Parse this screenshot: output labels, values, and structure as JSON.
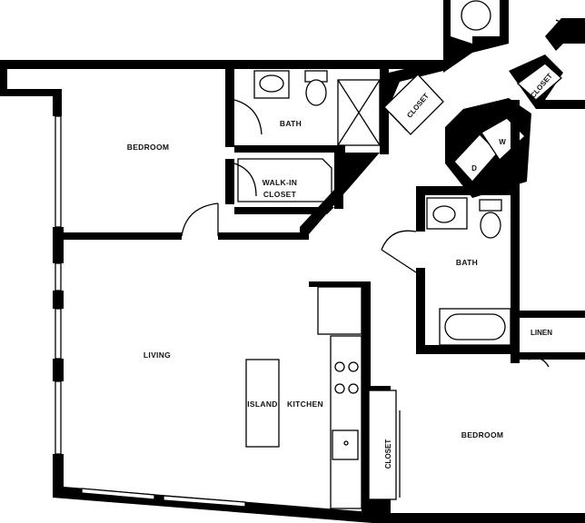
{
  "rooms": {
    "bedroom_1": "BEDROOM",
    "bath_1": "BATH",
    "walk_in_line1": "WALK-IN",
    "walk_in_line2": "CLOSET",
    "closet_upper": "CLOSET",
    "closet_right": "CLOSET",
    "bath_2": "BATH",
    "living": "LIVING",
    "island": "ISLAND",
    "kitchen": "KITCHEN",
    "linen": "LINEN",
    "bedroom_2": "BEDROOM",
    "closet_lower": "CLOSET"
  },
  "appliances": {
    "dryer": "D",
    "washer": "W"
  }
}
